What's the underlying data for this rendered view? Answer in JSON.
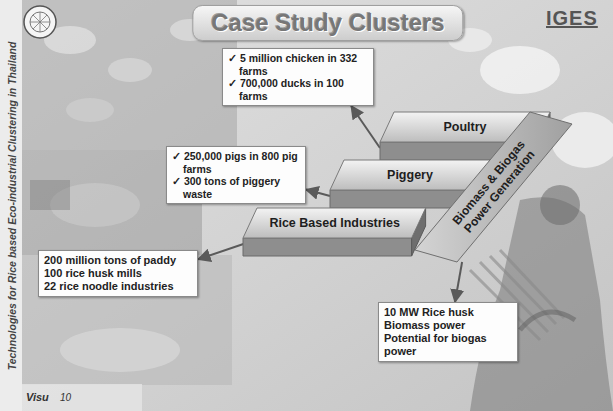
{
  "diagram": {
    "title": "Case Study Clusters",
    "nodes": [
      {
        "text": [
          "✓ 5 million chicken in 332 farms",
          "✓ 700,000 ducks in 100 farms"
        ]
      },
      {
        "text": [
          "Poultry"
        ]
      },
      {
        "text": [
          "✓ 250,000 pigs in 800 pig farms",
          "✓ 300 tons of piggery waste"
        ]
      },
      {
        "text": [
          "Piggery"
        ]
      },
      {
        "text": [
          "Rice Based Industries"
        ]
      },
      {
        "text": [
          "200 million tons of paddy",
          "100 rice husk mills",
          "22 rice noodle industries"
        ]
      },
      {
        "text": [
          "Biomass & Biogas Power Generation"
        ]
      },
      {
        "text": [
          "10 MW Rice husk Biomass power",
          "Potential for biogas power"
        ]
      }
    ],
    "edges": [
      {
        "from": 1,
        "to": 0,
        "arrow": "to"
      },
      {
        "from": 3,
        "to": 2,
        "arrow": "to"
      },
      {
        "from": 4,
        "to": 5,
        "arrow": "to"
      },
      {
        "from": 6,
        "to": 7,
        "arrow": "to"
      }
    ],
    "labels": [
      "IGES",
      "Technologies for Rice based Eco-industrial Clustering in Thailand",
      "Visu",
      "10"
    ]
  }
}
